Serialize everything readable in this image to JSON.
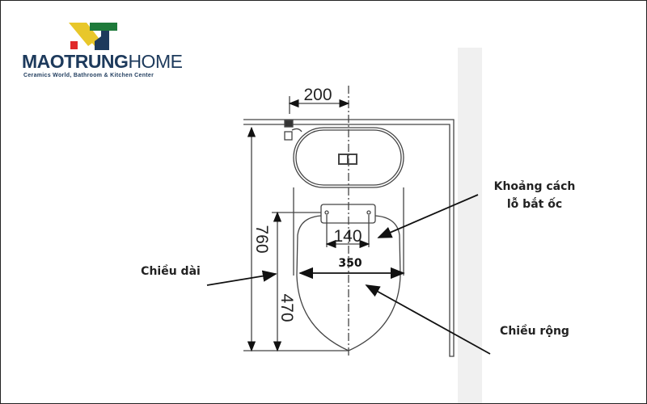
{
  "logo": {
    "brand_bold": "MAOTRUNG",
    "brand_light": "HOME",
    "tagline": "Ceramics World, Bathroom & Kitchen Center",
    "colors": {
      "yellow": "#e8c72a",
      "green": "#1e7a3a",
      "red": "#e02a2a",
      "navy": "#1d3a5c"
    }
  },
  "dimensions": {
    "tank_offset": "200",
    "bolt_spacing": "140",
    "total_length": "760",
    "seat_length": "470",
    "width": "350"
  },
  "labels": {
    "bolt_line1": "Khoảng cách",
    "bolt_line2": "lỗ bắt ốc",
    "length": "Chiều dài",
    "width": "Chiều rộng"
  }
}
